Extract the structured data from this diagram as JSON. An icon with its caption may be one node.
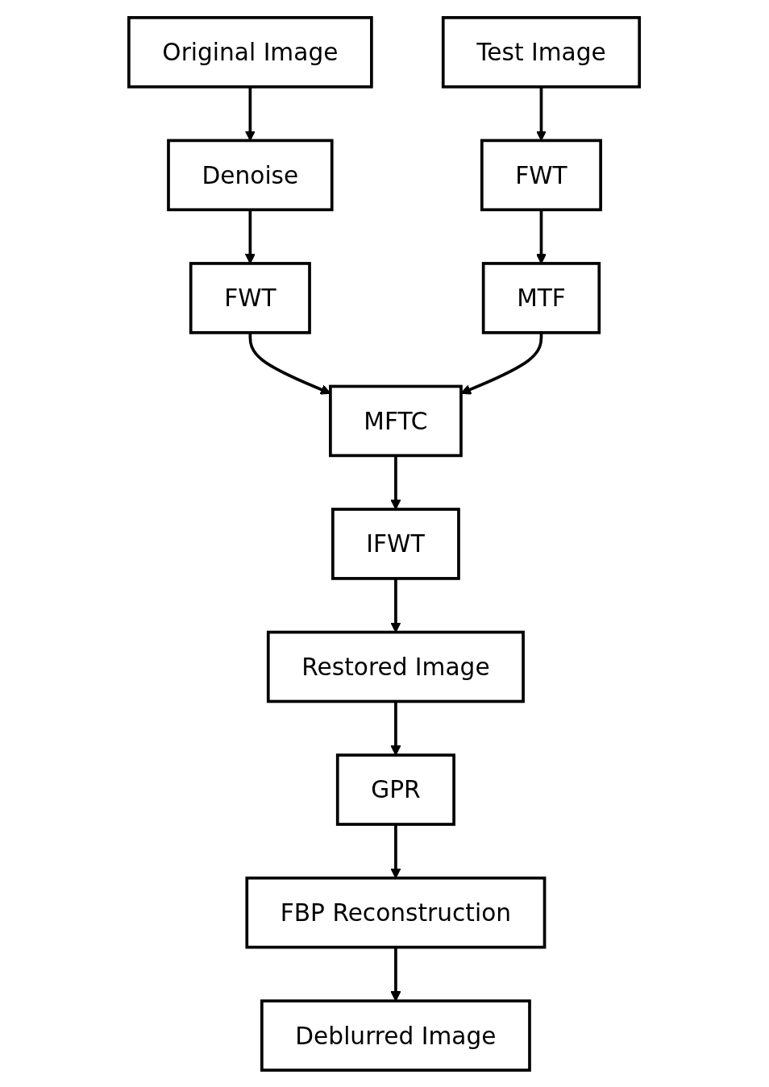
{
  "diagram": {
    "nodes": [
      {
        "text": [
          "Original Image"
        ]
      },
      {
        "text": [
          "Test Image"
        ]
      },
      {
        "text": [
          "Denoise"
        ]
      },
      {
        "text": [
          "FWT"
        ]
      },
      {
        "text": [
          "FWT"
        ]
      },
      {
        "text": [
          "MTF"
        ]
      },
      {
        "text": [
          "MFTC"
        ]
      },
      {
        "text": [
          "IFWT"
        ]
      },
      {
        "text": [
          "Restored Image"
        ]
      },
      {
        "text": [
          "GPR"
        ]
      },
      {
        "text": [
          "FBP Reconstruction"
        ]
      },
      {
        "text": [
          "Deblurred Image"
        ]
      }
    ],
    "edges": [
      {
        "from": 0,
        "to": 2,
        "arrow": "to"
      },
      {
        "from": 1,
        "to": 3,
        "arrow": "to"
      },
      {
        "from": 2,
        "to": 4,
        "arrow": "to"
      },
      {
        "from": 3,
        "to": 5,
        "arrow": "to"
      },
      {
        "from": 4,
        "to": 6,
        "arrow": "to"
      },
      {
        "from": 5,
        "to": 6,
        "arrow": "to"
      },
      {
        "from": 6,
        "to": 7,
        "arrow": "to"
      },
      {
        "from": 7,
        "to": 8,
        "arrow": "to"
      },
      {
        "from": 8,
        "to": 9,
        "arrow": "to"
      },
      {
        "from": 9,
        "to": 10,
        "arrow": "to"
      },
      {
        "from": 10,
        "to": 11,
        "arrow": "to"
      }
    ]
  }
}
